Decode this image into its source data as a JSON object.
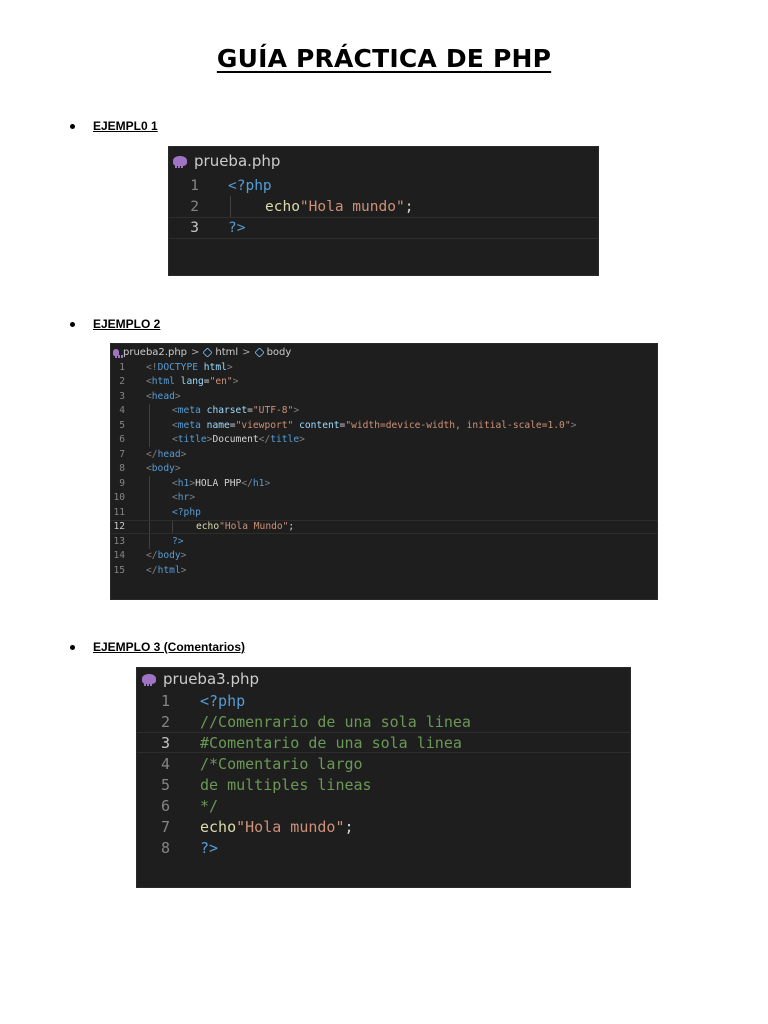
{
  "document": {
    "title": "GUÍA PRÁCTICA DE PHP"
  },
  "colors": {
    "editor_bg": "#1e1e1e",
    "php_icon": "#a074c4",
    "keyword_blue": "#569cd6",
    "string_orange": "#ce9178",
    "function_yellow": "#dcdcaa",
    "comment_green": "#6a9955",
    "attribute_lightblue": "#9cdcfe"
  },
  "examples": [
    {
      "heading": "EJEMPL0 1",
      "editor": {
        "filename": "prueba.php",
        "lines": [
          {
            "n": "1",
            "text": "<?php"
          },
          {
            "n": "2",
            "text": "    echo\"Hola mundo\";"
          },
          {
            "n": "3",
            "text": "?>"
          }
        ],
        "active_line": "3"
      }
    },
    {
      "heading": "EJEMPLO 2",
      "editor": {
        "filename": "prueba2.php",
        "breadcrumb": [
          "prueba2.php",
          "html",
          "body"
        ],
        "lines": [
          {
            "n": "1",
            "text": "<!DOCTYPE html>"
          },
          {
            "n": "2",
            "text": "<html lang=\"en\">"
          },
          {
            "n": "3",
            "text": "<head>"
          },
          {
            "n": "4",
            "text": "    <meta charset=\"UTF-8\">"
          },
          {
            "n": "5",
            "text": "    <meta name=\"viewport\" content=\"width=device-width, initial-scale=1.0\">"
          },
          {
            "n": "6",
            "text": "    <title>Document</title>"
          },
          {
            "n": "7",
            "text": "</head>"
          },
          {
            "n": "8",
            "text": "<body>"
          },
          {
            "n": "9",
            "text": "    <h1>HOLA PHP</h1>"
          },
          {
            "n": "10",
            "text": "    <hr>"
          },
          {
            "n": "11",
            "text": "    <?php"
          },
          {
            "n": "12",
            "text": "        echo\"Hola Mundo\";"
          },
          {
            "n": "13",
            "text": "    ?>"
          },
          {
            "n": "14",
            "text": "</body>"
          },
          {
            "n": "15",
            "text": "</html>"
          }
        ],
        "active_line": "12"
      }
    },
    {
      "heading": "EJEMPLO 3 (Comentarios)",
      "editor": {
        "filename": "prueba3.php",
        "lines": [
          {
            "n": "1",
            "text": "<?php"
          },
          {
            "n": "2",
            "text": "//Comenrario de una sola linea"
          },
          {
            "n": "3",
            "text": "#Comentario de una sola linea"
          },
          {
            "n": "4",
            "text": "/*Comentario largo"
          },
          {
            "n": "5",
            "text": "de multiples lineas"
          },
          {
            "n": "6",
            "text": "*/"
          },
          {
            "n": "7",
            "text": "echo\"Hola mundo\";"
          },
          {
            "n": "8",
            "text": "?>"
          }
        ],
        "active_line": "3"
      }
    }
  ]
}
